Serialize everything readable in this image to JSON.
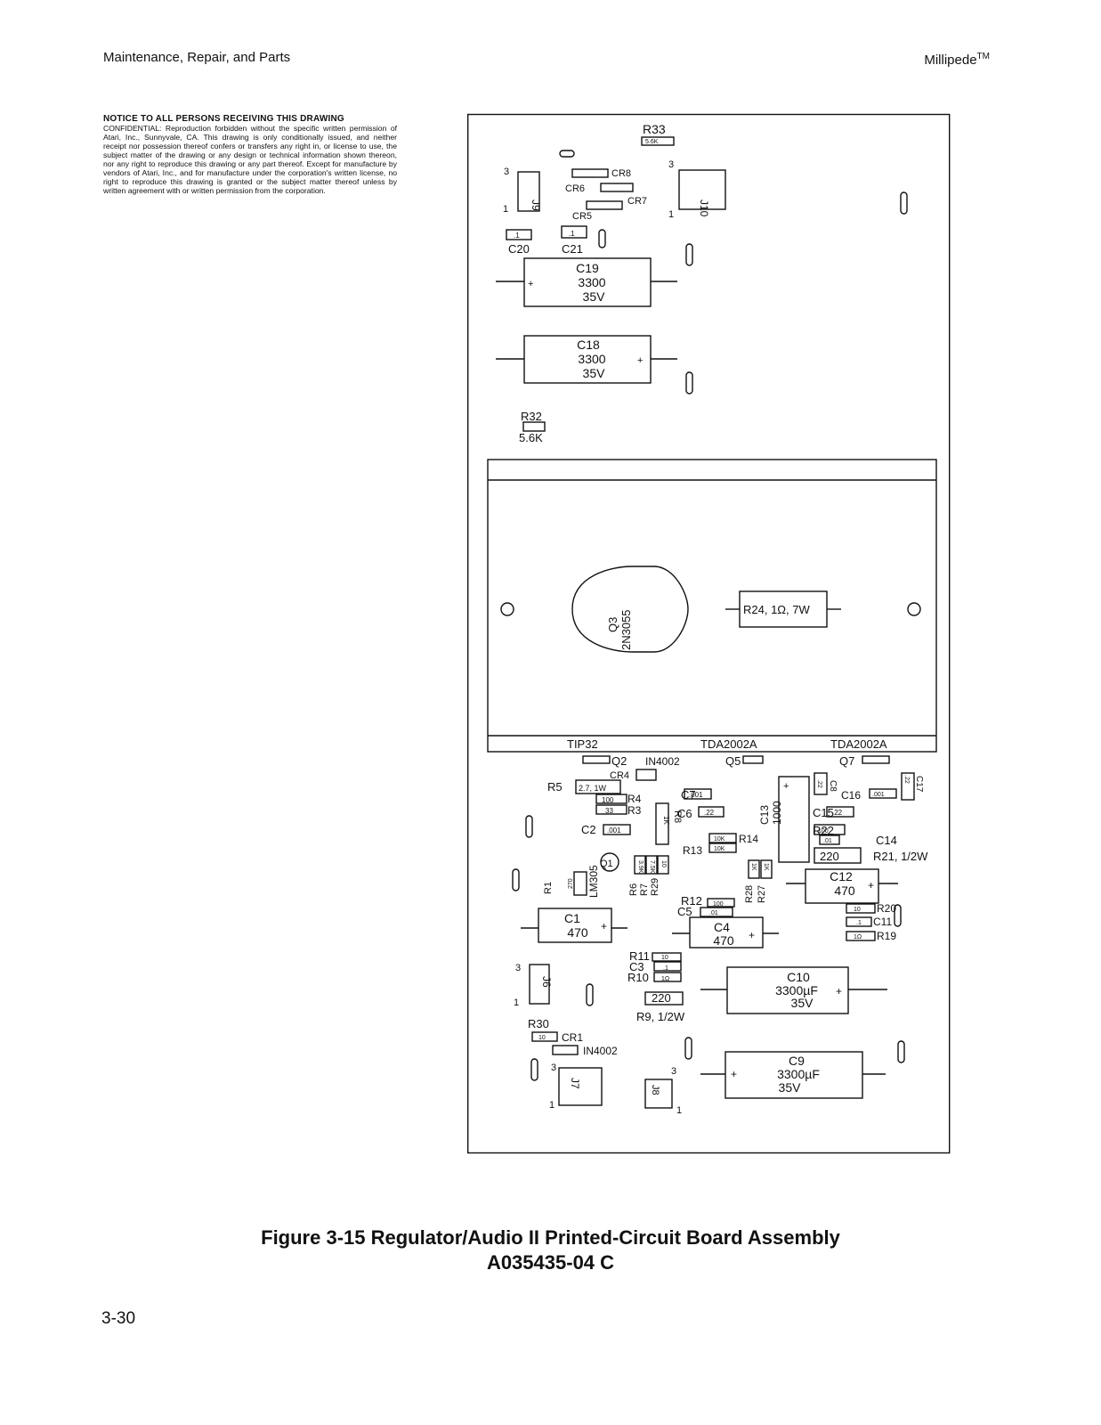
{
  "header": {
    "left": "Maintenance, Repair, and Parts",
    "right_name": "Millipede",
    "right_mark": "TM"
  },
  "notice": {
    "heading": "NOTICE TO ALL PERSONS RECEIVING THIS DRAWING",
    "body": "CONFIDENTIAL: Reproduction forbidden without the specific written permission of Atari, Inc., Sunnyvale, CA. This drawing is only conditionally issued, and neither receipt nor possession thereof confers or transfers any right in, or license to use, the subject matter of the drawing or any design or technical information shown thereon, nor any right to reproduce this drawing or any part thereof. Except for manufacture by vendors of Atari, Inc., and for manufacture under the corporation's written license, no right to reproduce this drawing is granted or the subject matter thereof unless by written agreement with or written permission from the corporation."
  },
  "board": {
    "r33": "R33",
    "r33_val": "5.6K",
    "cr8": "CR8",
    "cr6": "CR6",
    "cr7": "CR7",
    "cr5": "CR5",
    "j9": "J9",
    "j10": "J10",
    "c20": "C20",
    "c20_val": ".1",
    "c21": "C21",
    "c21_val": ".1",
    "c19": "C19",
    "c19_val": "3300",
    "c19_v": "35V",
    "c18": "C18",
    "c18_val": "3300",
    "c18_v": "35V",
    "r32": "R32",
    "r32_val": "5.6K",
    "q3": "Q3",
    "q3_part": "2N3055",
    "r24": "R24, 1Ω, 7W",
    "tip32": "TIP32",
    "tda_a": "TDA2002A",
    "tda_b": "TDA2002A",
    "q2": "Q2",
    "q5": "Q5",
    "q7": "Q7",
    "in4002_a": "IN4002",
    "cr4": "CR4",
    "r5": "R5",
    "r5_val": "2.7, 1W",
    "r4": "R4",
    "r4_val": "100",
    "r3": "R3",
    "r3_val": "33",
    "c7": "C7",
    "c7_val": ".001",
    "c6": "C6",
    "c6_val": ".22",
    "c2": "C2",
    "c2_val": ".001",
    "r8": "R8",
    "r8_val": "1K",
    "r13": "R13",
    "r13_val": "10K",
    "r14": "R14",
    "r14_val": "10K",
    "c13": "C13",
    "c13_val": "1000",
    "c8": "C8",
    "c8_val": ".22",
    "c16": "C16",
    "c16_val": ".001",
    "c17": "C17",
    "c17_val": ".22",
    "c15": "C15",
    "c15_val": ".22",
    "r22": "R22",
    "r22_val": "100",
    "c14": "C14",
    "c14_val": ".01",
    "r21": "R21, 1/2W",
    "r21_val": "220",
    "q1": "Q1",
    "lm305": "LM305",
    "r1": "R1",
    "r1_val": "270",
    "r6": "R6",
    "r6_val": "3.9K",
    "r7": "R7",
    "r7_val": "7.5K",
    "r29": "R29",
    "r29_val": "10",
    "r28": "R28",
    "r28_val": "1K",
    "r27": "R27",
    "r27_val": "1K",
    "c12": "C12",
    "c12_val": "470",
    "r20": "R20",
    "r20_val": "10",
    "c11": "C11",
    "c11_val": ".1",
    "r19": "R19",
    "r19_val": "1Ω",
    "r12": "R12",
    "r12_val": "100",
    "c5": "C5",
    "c5_val": ".01",
    "c1": "C1",
    "c1_val": "470",
    "c4": "C4",
    "c4_val": "470",
    "r11": "R11",
    "r11_val": "10",
    "c3": "C3",
    "c3_val": ".1",
    "r10": "R10",
    "r10_val": "1Ω",
    "c10": "C10",
    "c10_val": "3300µF",
    "c10_v": "35V",
    "r9": "R9, 1/2W",
    "r9_val": "220",
    "j6": "J6",
    "r30": "R30",
    "r30_val": "10",
    "cr1": "CR1",
    "in4002_b": "IN4002",
    "j7": "J7",
    "j8": "J8",
    "c9": "C9",
    "c9_val": "3300µF",
    "c9_v": "35V",
    "pin3": "3",
    "pin1": "1",
    "plus": "+"
  },
  "caption": {
    "line1": "Figure 3-15   Regulator/Audio II Printed-Circuit Board Assembly",
    "line2": "A035435-04   C"
  },
  "page_number": "3-30"
}
